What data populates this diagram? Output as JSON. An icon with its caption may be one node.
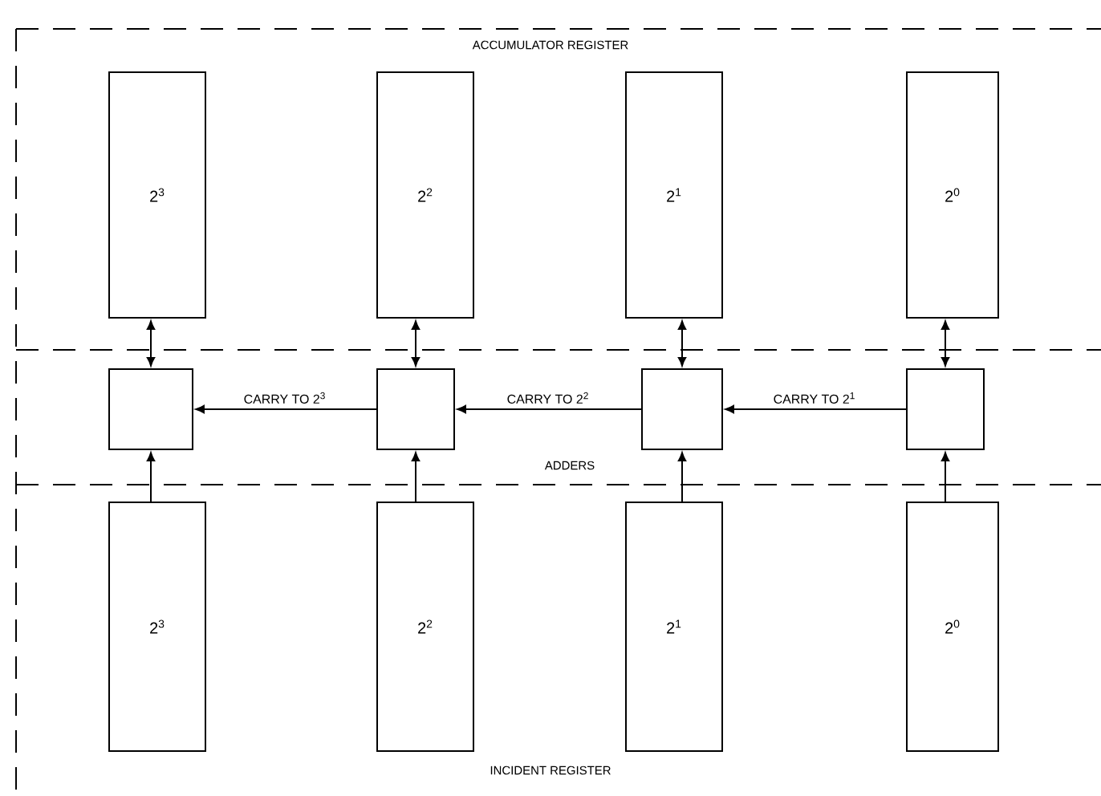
{
  "diagram": {
    "nodes": [
      {
        "text": [
          "2$^{3}$"
        ]
      },
      {
        "text": [
          "2$^{2}$"
        ]
      },
      {
        "text": [
          "2$^{1}$"
        ]
      },
      {
        "text": [
          "2$^{0}$"
        ]
      },
      {
        "text": [],
        "shape": "box"
      },
      {
        "text": [],
        "shape": "box"
      },
      {
        "text": [],
        "shape": "box"
      },
      {
        "text": [],
        "shape": "box"
      },
      {
        "text": [
          "2$^{3}$"
        ]
      },
      {
        "text": [
          "2$^{2}$"
        ]
      },
      {
        "text": [
          "2$^{1}$"
        ]
      },
      {
        "text": [
          "2$^{0}$"
        ]
      }
    ],
    "edges": [
      {
        "from": 0,
        "to": 4,
        "arrow": "both"
      },
      {
        "from": 1,
        "to": 5,
        "arrow": "both"
      },
      {
        "from": 2,
        "to": 6,
        "arrow": "both"
      },
      {
        "from": 3,
        "to": 7,
        "arrow": "both"
      },
      {
        "from": 8,
        "to": 4,
        "arrow": "to"
      },
      {
        "from": 9,
        "to": 5,
        "arrow": "to"
      },
      {
        "from": 10,
        "to": 6,
        "arrow": "to"
      },
      {
        "from": 11,
        "to": 7,
        "arrow": "to"
      },
      {
        "from": 7,
        "to": 6,
        "label": "CARRY TO 2$^{1}$",
        "arrow": "to"
      },
      {
        "from": 6,
        "to": 5,
        "label": "CARRY TO 2$^{2}$",
        "arrow": "to"
      },
      {
        "from": 5,
        "to": 4,
        "label": "CARRY TO 2$^{3}$",
        "arrow": "to"
      }
    ],
    "labels": [
      "ACCUMULATOR REGISTER",
      "ADDERS",
      "INCIDENT REGISTER"
    ]
  }
}
